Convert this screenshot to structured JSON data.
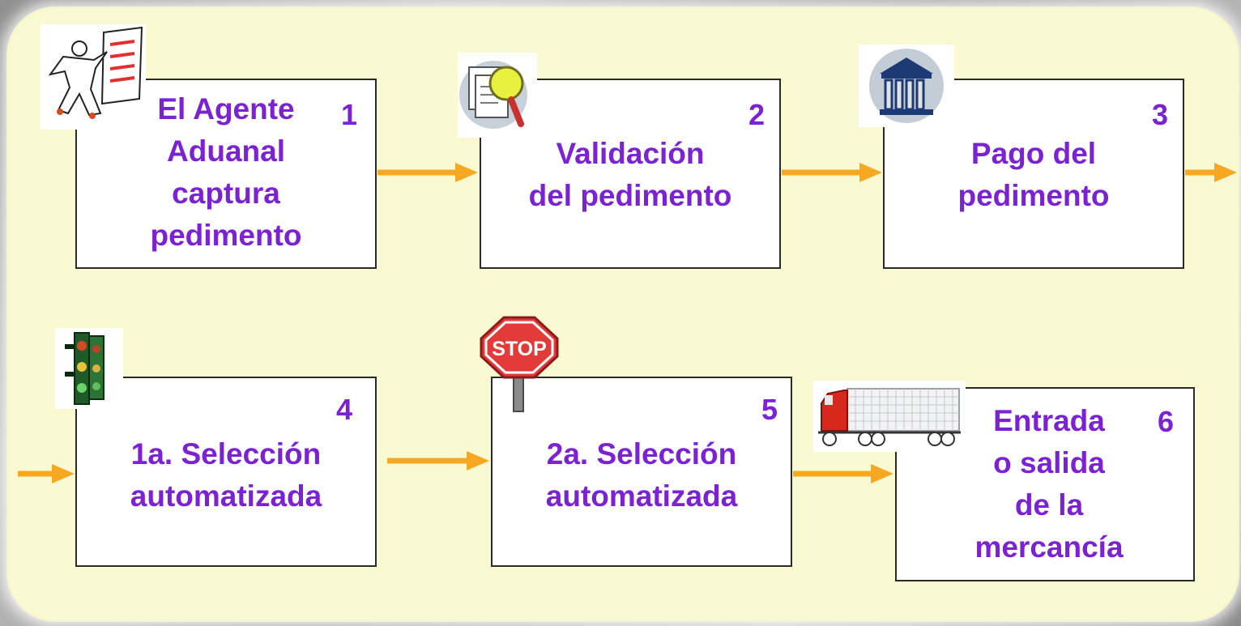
{
  "steps": [
    {
      "number": "1",
      "lines": [
        "El Agente",
        "Aduanal",
        "captura",
        "pedimento"
      ],
      "icon": "clipboard-person-icon"
    },
    {
      "number": "2",
      "lines": [
        "Validación",
        "del pedimento"
      ],
      "icon": "magnifier-documents-icon"
    },
    {
      "number": "3",
      "lines": [
        "Pago del",
        "pedimento"
      ],
      "icon": "bank-building-icon"
    },
    {
      "number": "4",
      "lines": [
        "1a. Selección",
        "automatizada"
      ],
      "icon": "traffic-light-icon"
    },
    {
      "number": "5",
      "lines": [
        "2a. Selección",
        "automatizada"
      ],
      "icon": "stop-sign-icon"
    },
    {
      "number": "6",
      "lines": [
        "Entrada",
        "o salida",
        "de la",
        "mercancía"
      ],
      "icon": "truck-icon"
    }
  ],
  "stop_sign_text": "STOP",
  "colors": {
    "text": "#7b22d3",
    "arrow": "#f7a823",
    "panel": "#fafad2"
  }
}
